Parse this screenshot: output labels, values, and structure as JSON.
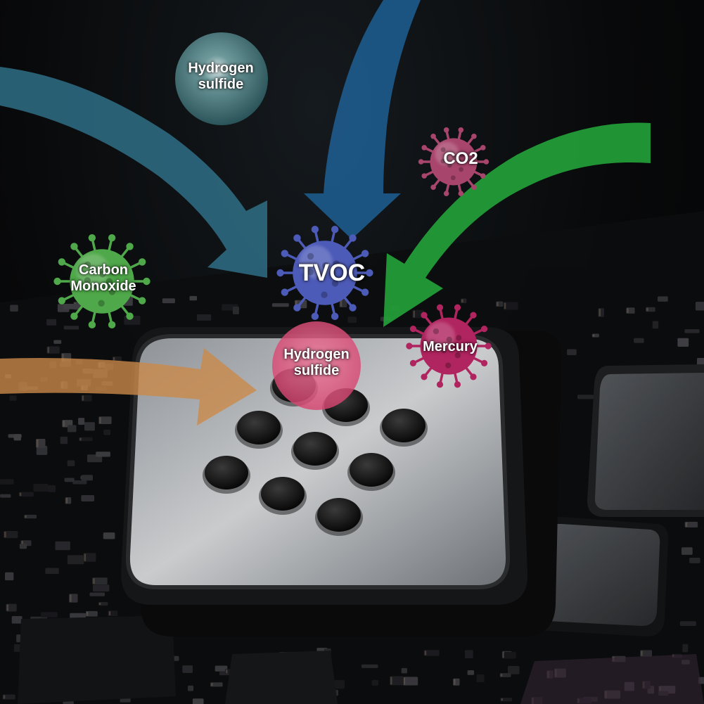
{
  "labels": {
    "hydrogen_sulfide_top": {
      "line1": "Hydrogen",
      "line2": "sulfide"
    },
    "co2": "CO2",
    "carbon_monoxide": {
      "line1": "Carbon",
      "line2": "Monoxide"
    },
    "tvoc": "TVOC",
    "mercury": "Mercury",
    "hydrogen_sulfide_center": {
      "line1": "Hydrogen",
      "line2": "sulfide"
    }
  },
  "colors": {
    "arrow_teal": "#2f6f86",
    "arrow_blue": "#1e5f94",
    "arrow_green": "#23a33a",
    "arrow_orange": "#c98a4a",
    "virus_green": "#4fa84a",
    "virus_blue": "#4d5bb8",
    "virus_magenta": "#b0245f",
    "virus_pink": "#a8456c",
    "bubble_teal": "#2f5f66",
    "bubble_pink": "#e2557f"
  }
}
